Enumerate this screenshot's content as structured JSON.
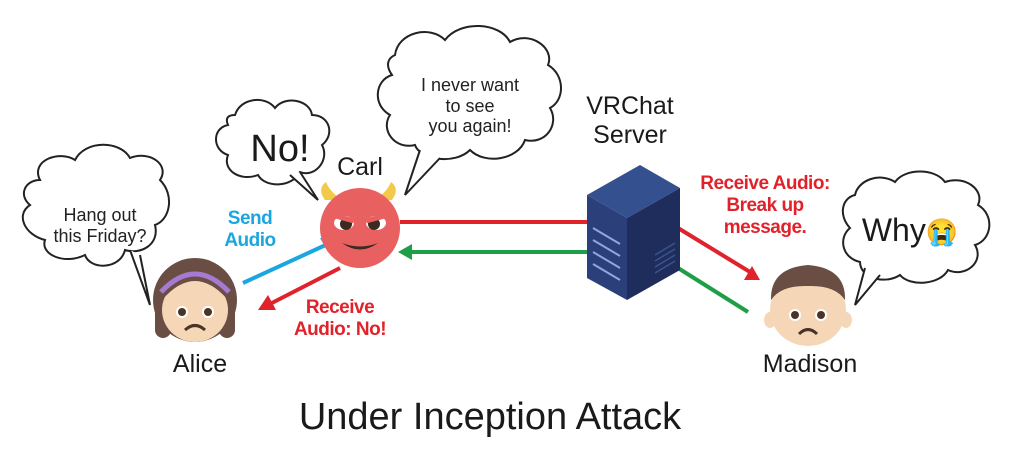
{
  "diagram": {
    "title": "Under Inception Attack",
    "actors": {
      "alice": {
        "name": "Alice",
        "speech": [
          "Hang out",
          "this Friday?"
        ]
      },
      "carl": {
        "name": "Carl",
        "speech_short": "No!",
        "speech_long": [
          "I never want",
          "to see",
          "you again!"
        ]
      },
      "server": {
        "name": [
          "VRChat",
          "Server"
        ]
      },
      "madison": {
        "name": "Madison",
        "speech": "Why",
        "emoji": "😭"
      }
    },
    "edges": {
      "send_audio": [
        "Send",
        "Audio"
      ],
      "receive_no": [
        "Receive",
        "Audio: No!"
      ],
      "receive_breakup": [
        "Receive Audio:",
        "Break up",
        "message."
      ]
    },
    "colors": {
      "send": "#1aa6e0",
      "receive": "#e0222b",
      "forward": "#1f9e48",
      "devil": "#e8605f",
      "server": "#2b3f7a"
    }
  }
}
